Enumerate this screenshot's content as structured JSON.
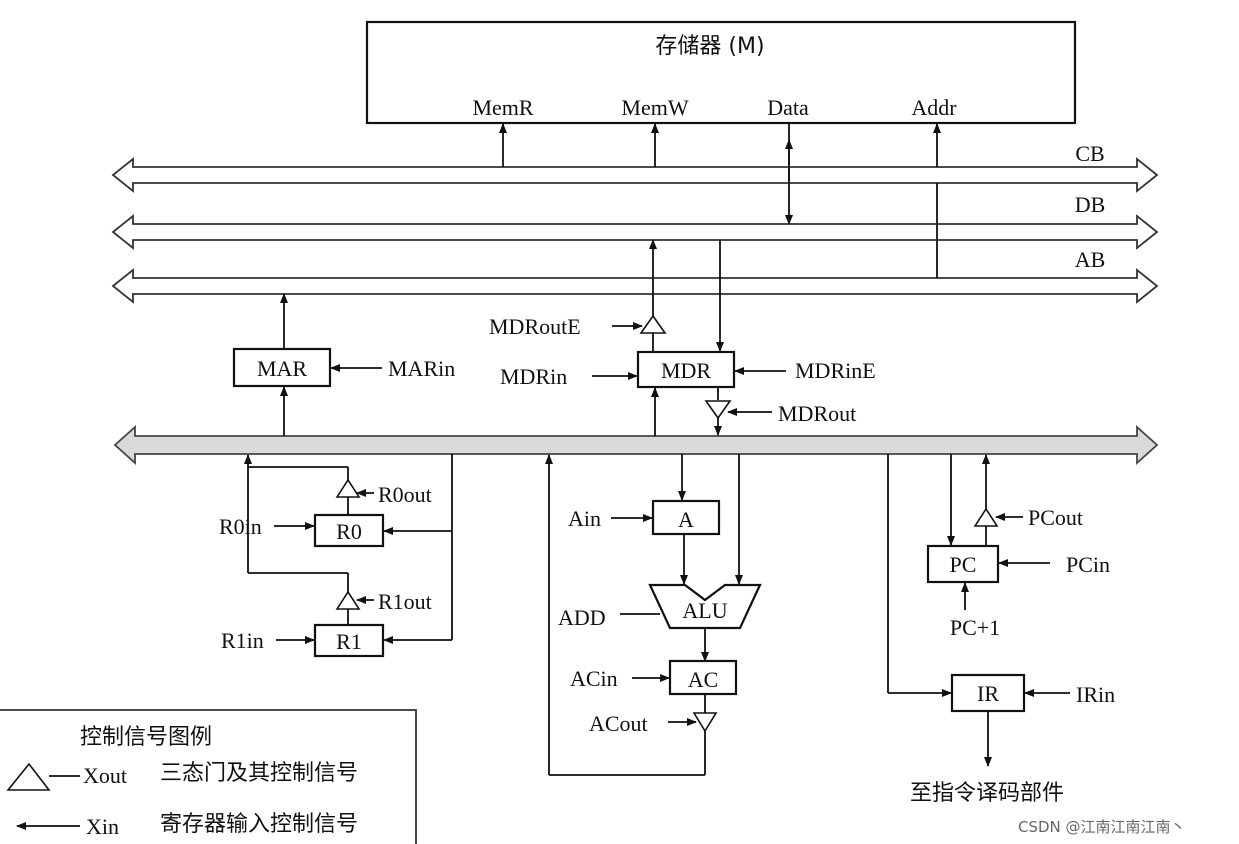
{
  "memory": {
    "title": "存储器 (M)",
    "ports": [
      "MemR",
      "MemW",
      "Data",
      "Addr"
    ]
  },
  "buses": {
    "cb": "CB",
    "db": "DB",
    "ab": "AB"
  },
  "registers": {
    "mar": "MAR",
    "mdr": "MDR",
    "r0": "R0",
    "r1": "R1",
    "a": "A",
    "alu": "ALU",
    "ac": "AC",
    "pc": "PC",
    "ir": "IR"
  },
  "signals": {
    "marin": "MARin",
    "mdroute": "MDRoutE",
    "mdrin": "MDRin",
    "mdrine": "MDRinE",
    "mdrout": "MDRout",
    "r0out": "R0out",
    "r0in": "R0in",
    "r1out": "R1out",
    "r1in": "R1in",
    "ain": "Ain",
    "add": "ADD",
    "acin": "ACin",
    "acout": "ACout",
    "pcout": "PCout",
    "pcin": "PCin",
    "pcplus1": "PC+1",
    "irin": "IRin"
  },
  "decoder_label": "至指令译码部件",
  "legend": {
    "title": "控制信号图例",
    "xout": "Xout",
    "xout_desc": "三态门及其控制信号",
    "xin": "Xin",
    "xin_desc": "寄存器输入控制信号"
  },
  "watermark": "CSDN @江南江南江南丶"
}
